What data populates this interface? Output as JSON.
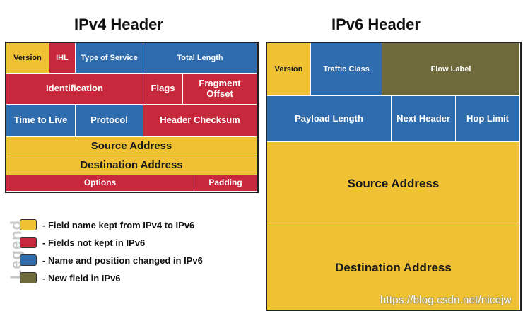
{
  "ipv4": {
    "title": "IPv4 Header",
    "fields": {
      "version": "Version",
      "ihl": "IHL",
      "tos": "Type of Service",
      "total_length": "Total Length",
      "identification": "Identification",
      "flags": "Flags",
      "fragment_offset": "Fragment Offset",
      "ttl": "Time to Live",
      "protocol": "Protocol",
      "checksum": "Header Checksum",
      "source": "Source Address",
      "destination": "Destination Address",
      "options": "Options",
      "padding": "Padding"
    }
  },
  "ipv6": {
    "title": "IPv6 Header",
    "fields": {
      "version": "Version",
      "traffic_class": "Traffic Class",
      "flow_label": "Flow Label",
      "payload_length": "Payload Length",
      "next_header": "Next Header",
      "hop_limit": "Hop Limit",
      "source": "Source Address",
      "destination": "Destination Address"
    }
  },
  "legend": {
    "label": "Legend",
    "items": [
      {
        "text": "- Field name kept from IPv4 to IPv6",
        "color": "#f0c233"
      },
      {
        "text": "- Fields not kept in IPv6",
        "color": "#c7283b"
      },
      {
        "text": "- Name and position changed in IPv6",
        "color": "#2f6cad"
      },
      {
        "text": "- New field in IPv6",
        "color": "#6e6a3b"
      }
    ]
  },
  "watermark": "https://blog.csdn.net/nicejw"
}
